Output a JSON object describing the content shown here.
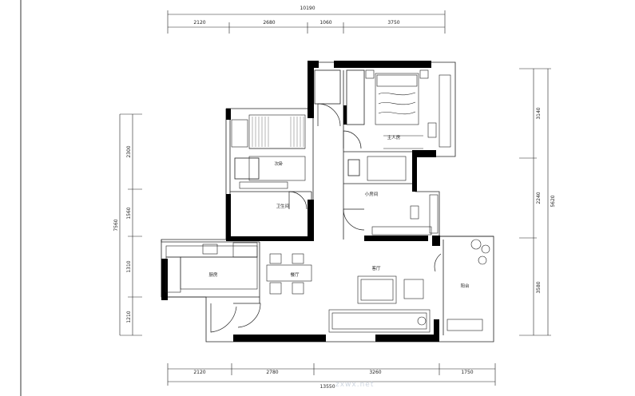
{
  "dimensions": {
    "top_total": "10190",
    "top": [
      "2120",
      "2680",
      "1060",
      "3750"
    ],
    "bottom_total": "13550",
    "bottom": [
      "2120",
      "2780",
      "3260",
      "1750"
    ],
    "left_total": "7560",
    "left": [
      "2300",
      "1560",
      "1310",
      "1210"
    ],
    "right_total": "5620",
    "right": [
      "3140",
      "2240",
      "3580"
    ]
  },
  "rooms": {
    "master_bedroom": "主人房",
    "second_bedroom": "次卧",
    "study": "小房间",
    "bathroom": "卫生间",
    "kitchen": "厨房",
    "dining": "餐厅",
    "living": "客厅",
    "balcony": "阳台"
  },
  "watermark": "zxwx.net"
}
